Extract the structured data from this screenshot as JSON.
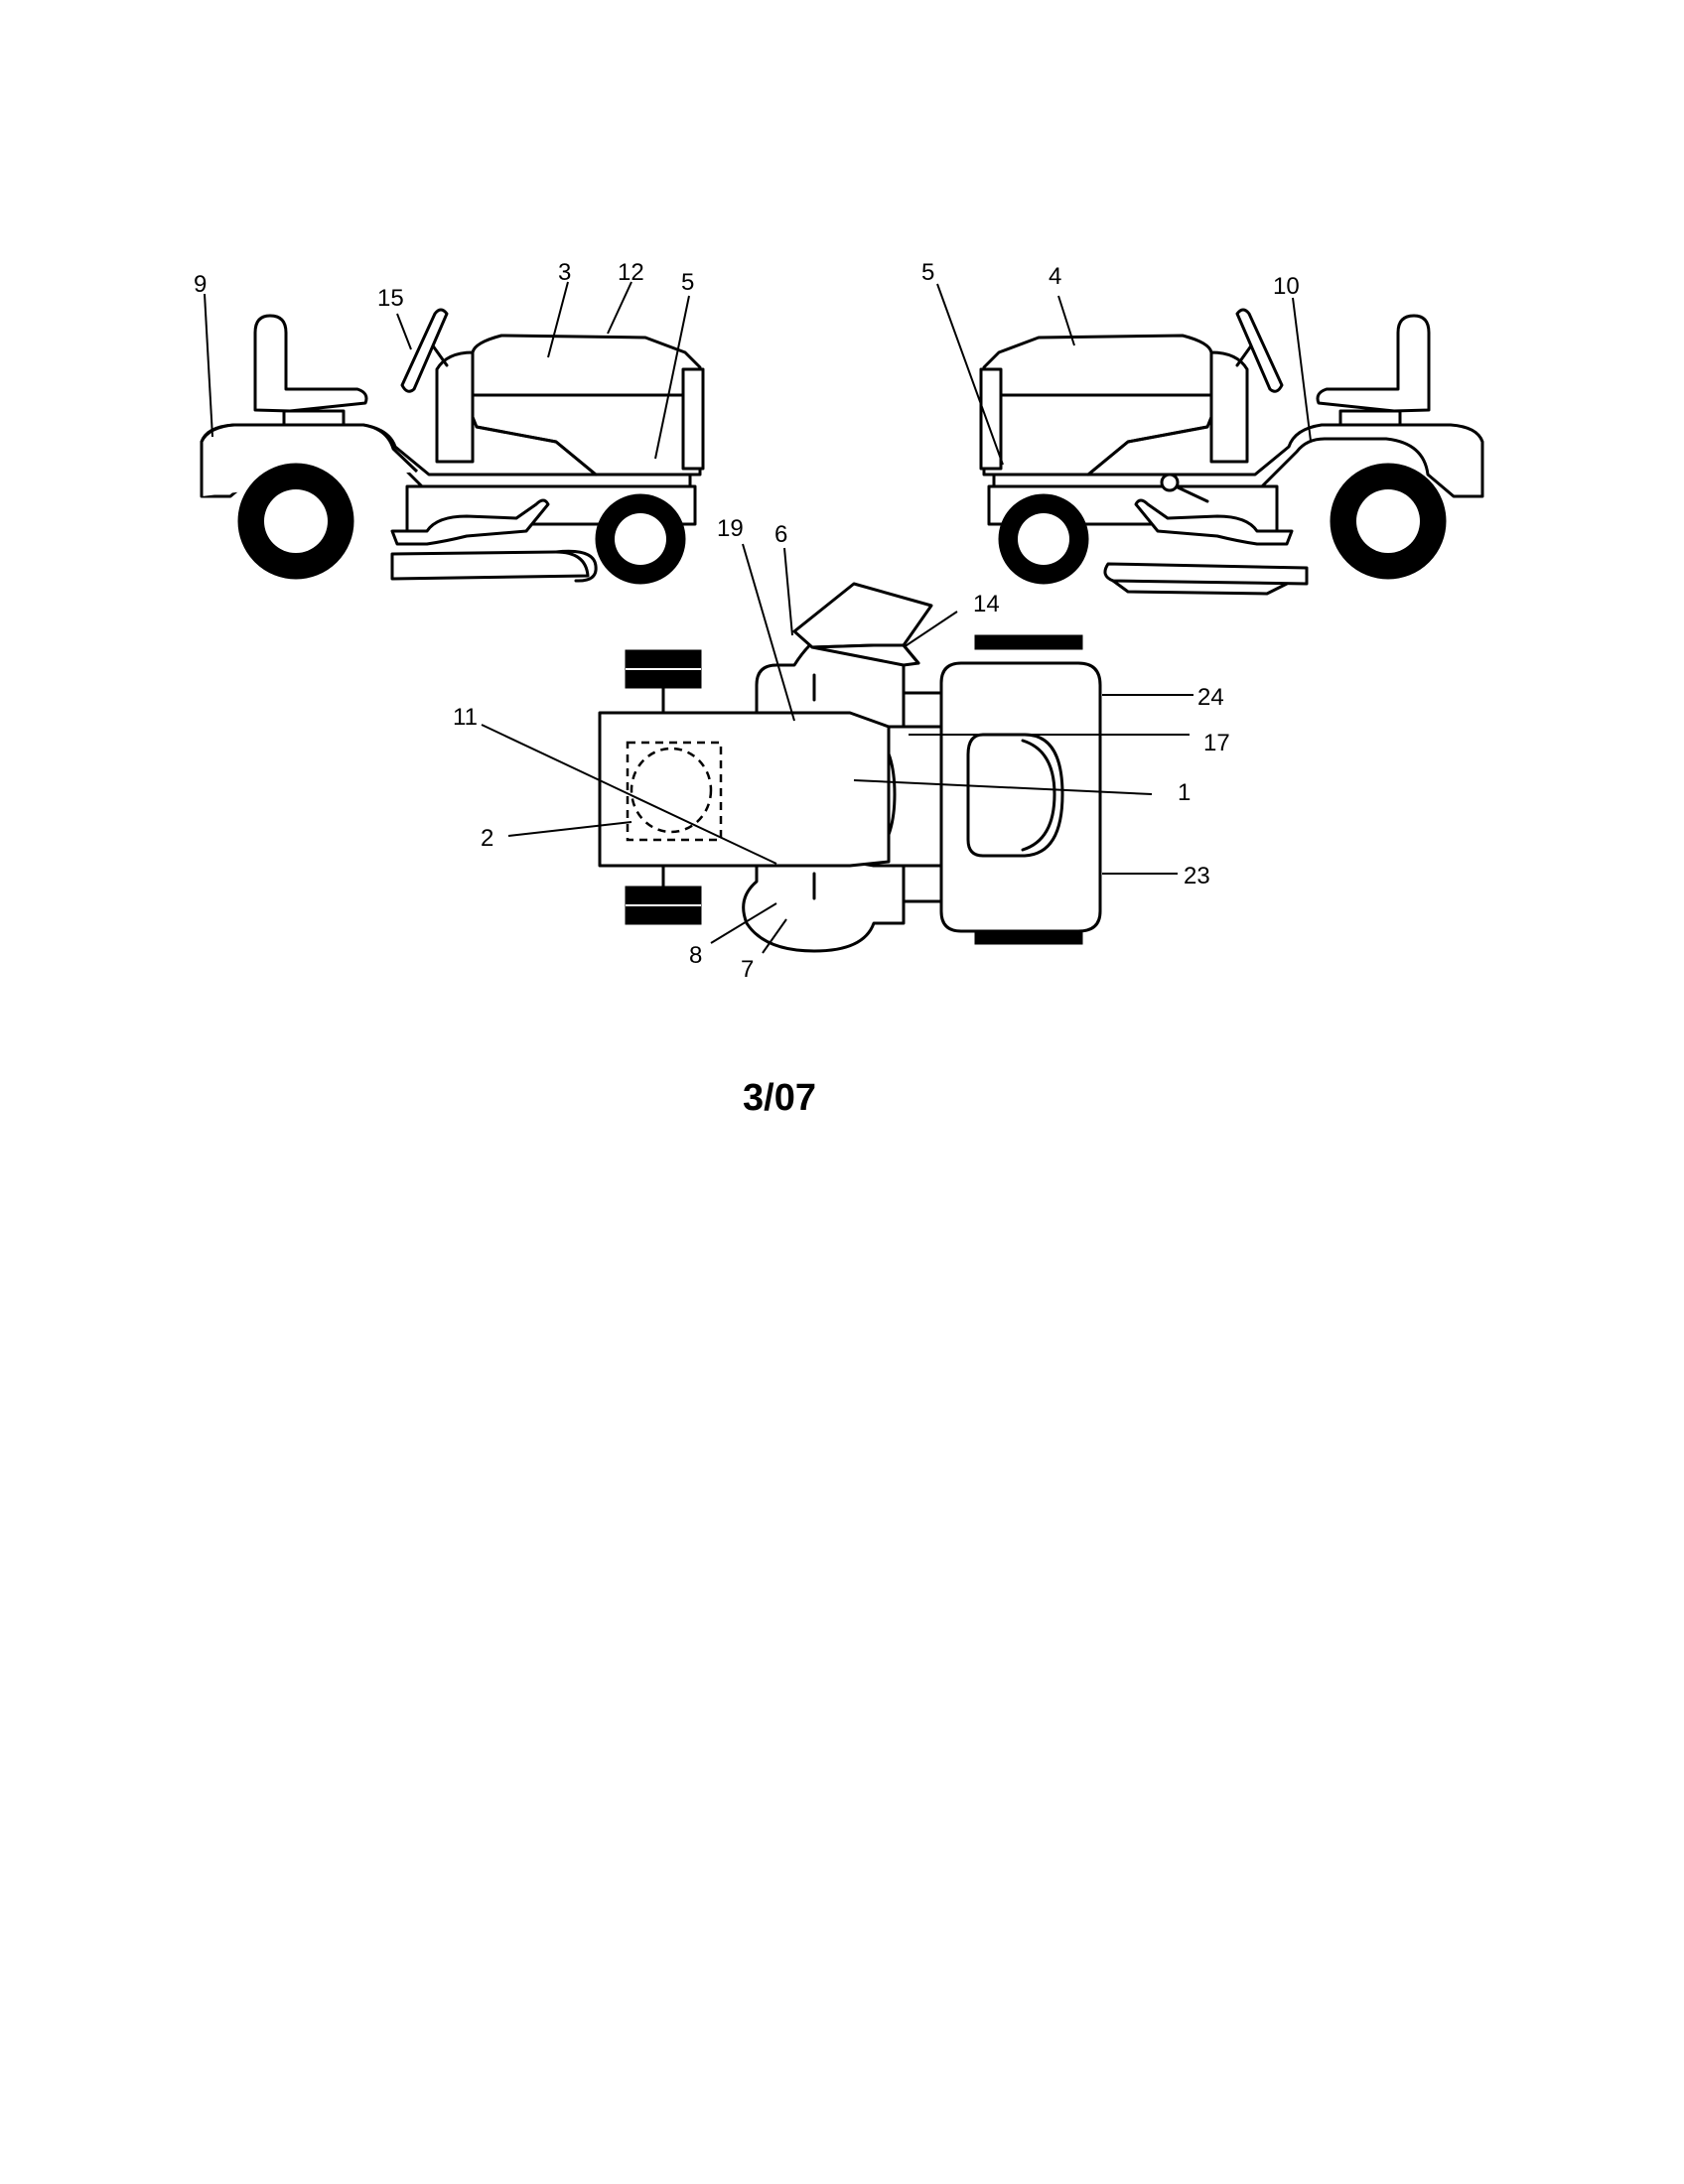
{
  "callouts": {
    "left_view": {
      "c9": "9",
      "c15": "15",
      "c3": "3",
      "c12": "12",
      "c5": "5"
    },
    "right_view": {
      "c5": "5",
      "c4": "4",
      "c10": "10"
    },
    "top_view": {
      "c19": "19",
      "c6": "6",
      "c14": "14",
      "c24": "24",
      "c11": "11",
      "c17": "17",
      "c1": "1",
      "c2": "2",
      "c23": "23",
      "c8": "8",
      "c7": "7"
    }
  },
  "date_code": "3/07"
}
